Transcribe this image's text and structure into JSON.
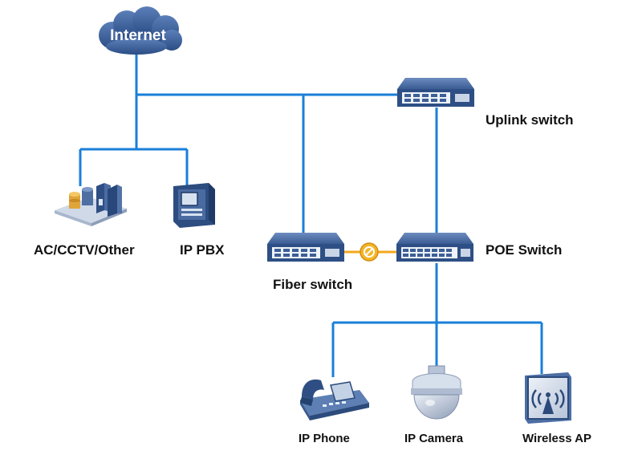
{
  "nodes": {
    "internet": {
      "label": "Internet",
      "icon": "cloud-icon"
    },
    "uplink_switch": {
      "label": "Uplink switch",
      "icon": "switch-icon"
    },
    "ac_cctv_other": {
      "label": "AC/CCTV/Other",
      "icon": "server-cluster-icon"
    },
    "ip_pbx": {
      "label": "IP PBX",
      "icon": "pbx-icon"
    },
    "fiber_switch": {
      "label": "Fiber switch",
      "icon": "switch-icon"
    },
    "poe_switch": {
      "label": "POE Switch",
      "icon": "switch-icon"
    },
    "ip_phone": {
      "label": "IP Phone",
      "icon": "phone-icon"
    },
    "ip_camera": {
      "label": "IP Camera",
      "icon": "dome-camera-icon"
    },
    "wireless_ap": {
      "label": "Wireless AP",
      "icon": "wireless-ap-icon"
    }
  },
  "colors": {
    "link": "#1a7fd8",
    "fiber_link": "#f2a81d",
    "device_dark": "#2c4b7c",
    "device_light": "#dfe7f2"
  }
}
